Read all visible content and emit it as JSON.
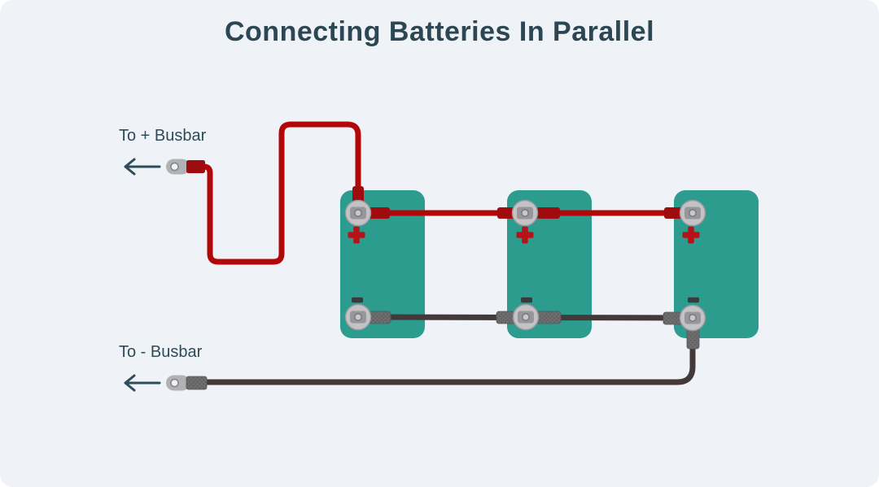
{
  "title": "Connecting Batteries In Parallel",
  "labels": {
    "positive_busbar": "To + Busbar",
    "negative_busbar": "To - Busbar"
  },
  "batteries": [
    {
      "id": "battery-1",
      "positive_symbol": "+",
      "negative_symbol": "-"
    },
    {
      "id": "battery-2",
      "positive_symbol": "+",
      "negative_symbol": "-"
    },
    {
      "id": "battery-3",
      "positive_symbol": "+",
      "negative_symbol": "-"
    }
  ],
  "colors": {
    "card_background": "#eff3f7",
    "title_text": "#2c4653",
    "label_text": "#2e4b59",
    "battery_body": "#2b9c8e",
    "positive_wire": "#b20709",
    "positive_sleeve": "#9e0c10",
    "positive_symbol": "#b51318",
    "negative_wire": "#443939",
    "negative_sleeve": "#6e6e6e",
    "negative_symbol": "#3a3a3b",
    "terminal_metal": "#c3c3c6",
    "arrow": "#2e4b59"
  }
}
